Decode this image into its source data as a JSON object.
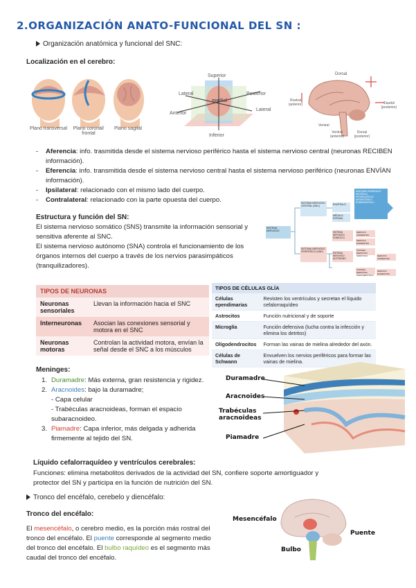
{
  "title": "2.ORGANIZACIÓN ANATO-FUNCIONAL DEL SN :",
  "sec1": "Organización anatómica y funcional del SNC:",
  "loc_title": "Localización en el cerebro:",
  "planes": [
    "Plano transversal",
    "Plano coronal/ frontal",
    "Plano sagital"
  ],
  "axes": {
    "superior": "Superior",
    "inferior": "Inferior",
    "lateral": "Lateral",
    "anterior": "Anterior",
    "posterior": "Posterior",
    "medial": "medial"
  },
  "brain_labels": {
    "dorsal": "Dorsal",
    "rostral": "Rostral (anterior)",
    "caudal": "Caudal (posterior)",
    "ventral": "Ventral",
    "ventral2": "Ventral (anterior)",
    "dorsal2": "Dorsal (posterior)"
  },
  "terms": [
    {
      "key": "Aferencia",
      "text": ": info. trasmitida desde el sistema nervioso periférico hasta el sistema nervioso central (neuronas RECIBEN información)."
    },
    {
      "key": "Eferencia",
      "text": ": info. transmitida desde el sistema nervioso central hasta el sistema nervioso periférico (neuronas ENVÍAN información)."
    },
    {
      "key": "Ipsilateral",
      "text": ": relacionado con el mismo lado del cuerpo."
    },
    {
      "key": "Contralateral",
      "text": ": relacionado con la parte opuesta del cuerpo."
    }
  ],
  "estructura_title": "Estructura y función del SN:",
  "estructura_p1": "El sistema nervioso somático (SNS) transmite la información sensorial y sensitiva aferente al SNC.",
  "estructura_p2": "El sistema nervioso autónomo (SNA) controla el funcionamiento de los órganos internos del cuerpo a través de los nervios parasimpáticos (tranquilizadores).",
  "diagram_boxes": {
    "root": "SISTEMA NERVIOSO",
    "central": "SISTEMA NERVIOSO CENTRAL (SNC)",
    "encefalo": "ENCÉFALO",
    "medula": "MÉDULA ESPINAL",
    "periferico": "SISTEMA NERVIOSO PERIFÉRICO (SNP)",
    "somatico": "SISTEMA NERVIOSO SOMÁTICO",
    "autonomo": "SISTEMA NERVIOSO AUTÓNOMO",
    "divisions": [
      "ANATOMÍA GENERALES",
      "ENCÉFALO",
      "PROSENCÉFALO",
      "MESENCÉFALO",
      "ROMBENCÉFALO"
    ],
    "nerv1": "NERVIOS AFERENTES",
    "nerv2": "NERVIOS EFERENTES",
    "nerv3": "NERVIOS AFERENTES",
    "nerv4": "NERVIOS EFERENTES",
    "simp": "SISTEMA NERVIOSO SIMPÁTICO",
    "parasimp": "SISTEMA NERVIOSO PARASIMPÁTICO"
  },
  "neuronas": {
    "header": "TIPOS DE NEURONAS",
    "rows": [
      {
        "k": "Neuronas sensoriales",
        "v": "Llevan la información hacia el SNC"
      },
      {
        "k": "Interneuronas",
        "v": "Asocian las conexiones sensorial y motora en el SNC"
      },
      {
        "k": "Neuronas motoras",
        "v": "Controlan la actividad motora, envían la señal desde el SNC a los músculos"
      }
    ]
  },
  "glia": {
    "header": "TIPOS DE CÉLULAS GLÍA",
    "rows": [
      {
        "k": "Células ependimarias",
        "v": "Revisten los ventrículos y secretan el líquido cefalorraquídeo"
      },
      {
        "k": "Astrocitos",
        "v": "Función nutricional y de soporte"
      },
      {
        "k": "Microglía",
        "v": "Función defensiva (lucha contra la infección y elimina los detritos)"
      },
      {
        "k": "Oligodendrocitos",
        "v": "Forman las vainas de mielina alrededor del axón."
      },
      {
        "k": "Células de Schwann",
        "v": "Envuelven los nervios periféricos para formar las vainas de mielina."
      }
    ]
  },
  "meninges_title": "Meninges:",
  "meninges": [
    {
      "n": "1.",
      "name": "Duramadre",
      "text": ": Más externa, gran resistencia y rigidez."
    },
    {
      "n": "2.",
      "name": "Aracnoides",
      "text": ": bajo la duramadre;"
    },
    {
      "n": "3.",
      "name": "Piamadre",
      "text": ": Capa inferior, más delgada y adherida firmemente al tejido del SN."
    }
  ],
  "aracnoides_sub": [
    "- Capa celular",
    "- Trabéculas aracnoideas, forman el espacio subaracnoideo."
  ],
  "meninges_labels": [
    "Duramadre",
    "Aracnoides",
    "Trabéculas aracnoideas",
    "Piamadre"
  ],
  "liquido_title": "Líquido cefalorraquídeo y ventrículos cerebrales:",
  "liquido_text": "Funciones: elimina metabolitos derivados de la actividad del SN, confiere soporte amortiguador y protector del SN y participa en la función de nutrición del SN.",
  "sec2": "Tronco del encéfalo, cerebelo y diencéfalo:",
  "tronco_title": "Tronco del encéfalo:",
  "tronco": {
    "p1": "El ",
    "mes": "mesencéfalo",
    "p2": ", o cerebro medio, es la porción más rostral del tronco del encéfalo. El ",
    "puente": "puente",
    "p3": " corresponde al segmento medio del tronco del encéfalo. El ",
    "bulbo": "bulbo raquídeo",
    "p4": " es el segmento más caudal del tronco del encéfalo."
  },
  "tronco_labels": [
    "Mesencéfalo",
    "Puente",
    "Bulbo"
  ],
  "colors": {
    "title": "#2358a8",
    "duramadre": "#4c8a2e",
    "aracnoides": "#3a7ab8",
    "piamadre": "#d23a2e",
    "mes": "#d23a2e",
    "puente": "#3a7ab8",
    "bulbo": "#7aa53a"
  }
}
